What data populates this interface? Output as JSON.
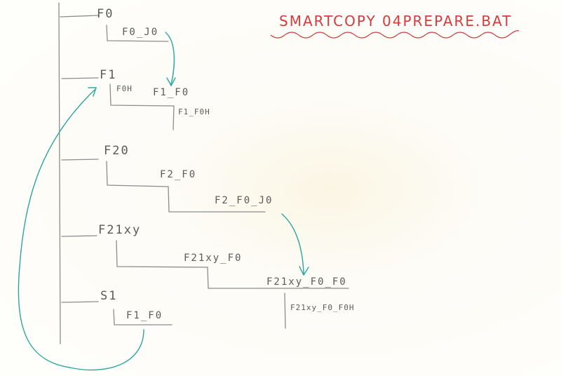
{
  "title": "SMARTCOPY 04PREPARE.BAT",
  "nodes": {
    "f0": "F0",
    "f0_j0": "F0_J0",
    "f1": "F1",
    "f0h": "F0H",
    "f1_f0": "F1_F0",
    "f1_f0h": "F1_F0H",
    "f20": "F20",
    "f2_f0": "F2_F0",
    "f2_f0_j0": "F2_F0_J0",
    "f21xy": "F21xy",
    "f21xy_f0": "F21xy_F0",
    "f21xy_f0_f0": "F21xy_F0_F0",
    "f21xy_f0_f0h": "F21xy_F0_F0H",
    "s1": "S1",
    "s1_f1_f0": "F1_F0"
  },
  "colors": {
    "tree_lines": "#8c8c8c",
    "arrows": "#2aa79a",
    "title": "#d63a3a"
  }
}
